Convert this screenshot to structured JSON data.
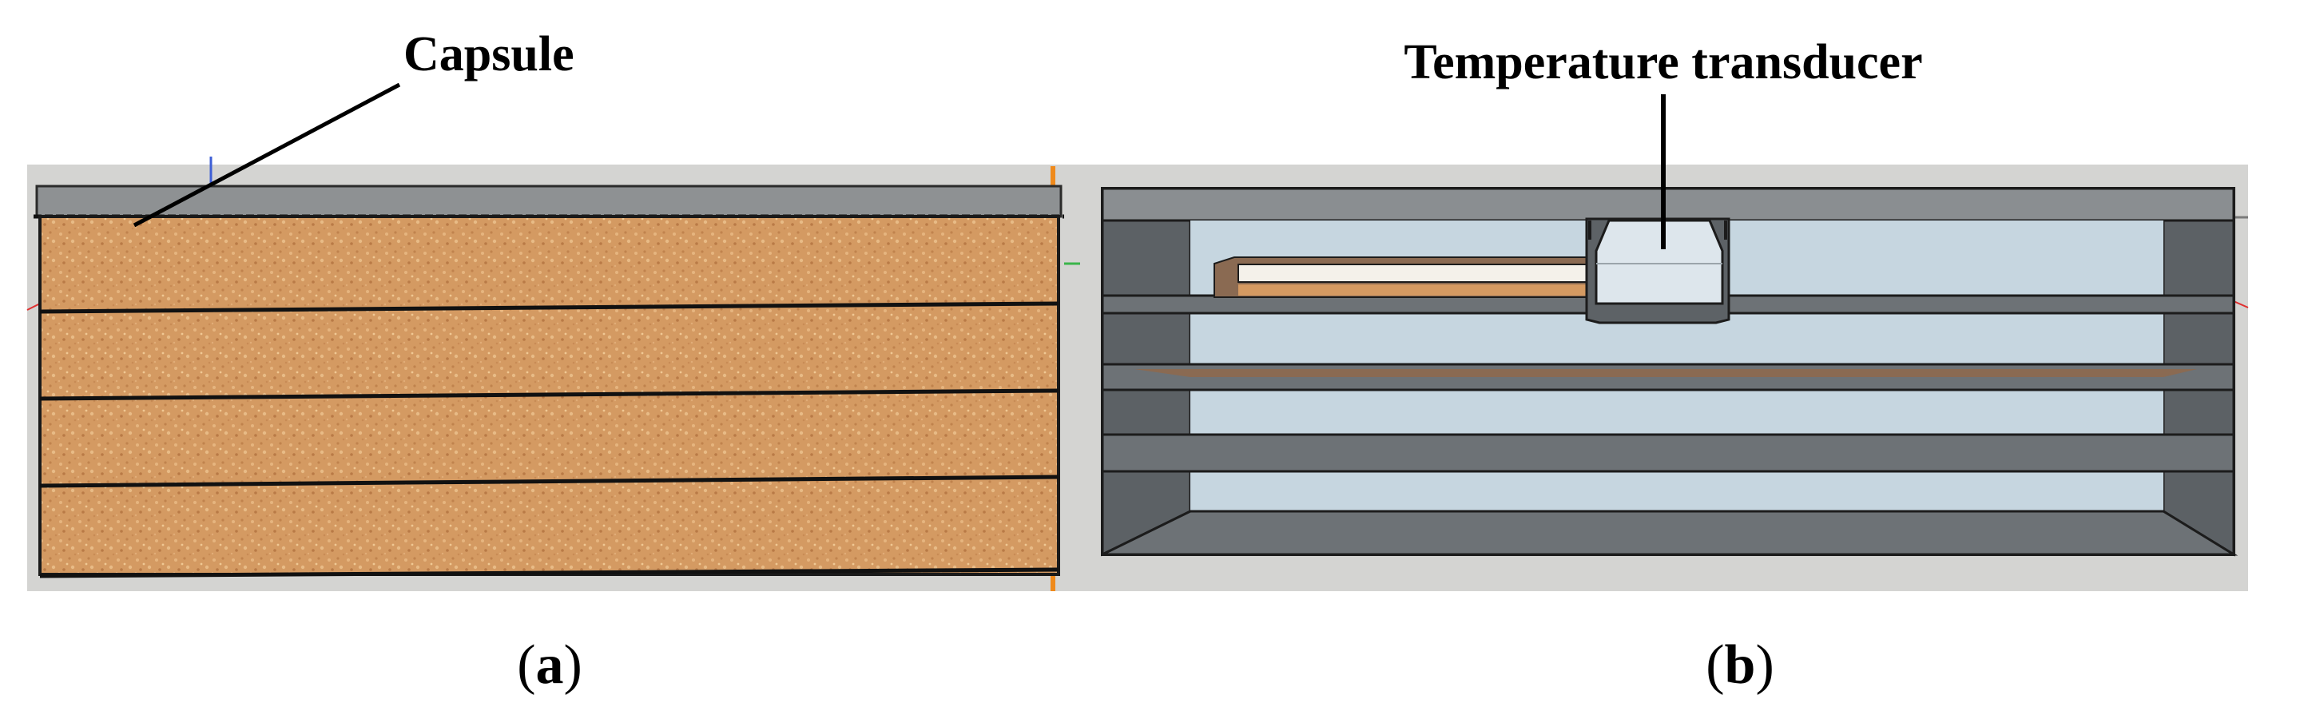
{
  "panels": [
    {
      "id": "a",
      "callout": "Capsule",
      "caption": {
        "open": "(",
        "letter": "a",
        "close": ")"
      }
    },
    {
      "id": "b",
      "callout": "Temperature transducer",
      "caption": {
        "open": "(",
        "letter": "b",
        "close": ")"
      }
    }
  ],
  "colors": {
    "viewport_bg": "#d4d4d2",
    "cap_gray": "#8e9193",
    "cork_fill": "#d49a62",
    "frame_gray": "#6d7276",
    "cavity_blue": "#c6d6e0",
    "divider_brown": "#8a6a52",
    "sensor_light": "#dde6ec"
  }
}
